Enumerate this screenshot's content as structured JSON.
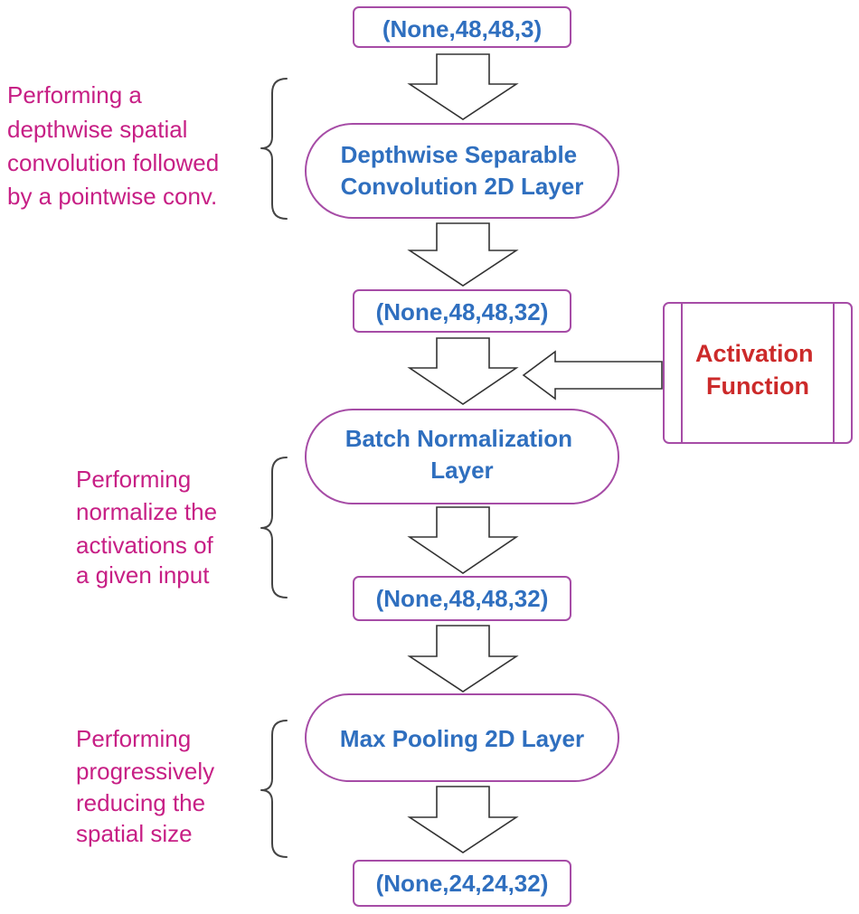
{
  "colors": {
    "node_text": "#2f6fbf",
    "shape_border": "#a64ca6",
    "activation_text": "#cc2a2a",
    "annotation_text": "#c71f85"
  },
  "nodes": {
    "input_shape": "(None,48,48,3)",
    "depthwise_layer": [
      "Depthwise Separable",
      "Convolution 2D Layer"
    ],
    "conv_output_shape": "(None,48,48,32)",
    "batchnorm_layer": [
      "Batch Normalization",
      "Layer"
    ],
    "batchnorm_output_shape": "(None,48,48,32)",
    "maxpool_layer": "Max Pooling 2D Layer",
    "final_shape": "(None,24,24,32)"
  },
  "activation": [
    "Activation",
    "Function"
  ],
  "annotations": {
    "depthwise_note": [
      "Performing a",
      "depthwise spatial",
      "convolution followed",
      "by a pointwise conv."
    ],
    "batchnorm_note": [
      "Performing",
      "normalize the",
      "activations of",
      "a given input"
    ],
    "maxpool_note": [
      "Performing",
      "progressively",
      "reducing the",
      "spatial size"
    ]
  }
}
